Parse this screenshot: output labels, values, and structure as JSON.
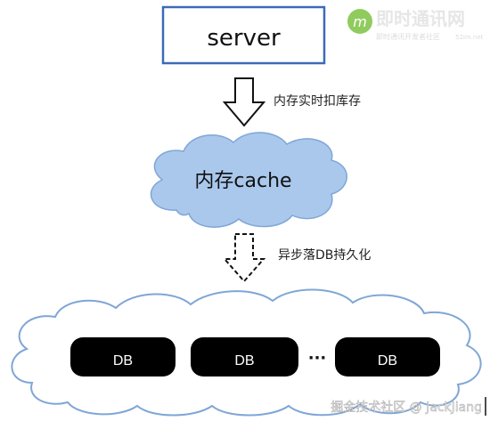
{
  "diagram": {
    "server_label": "server",
    "arrow1_label": "内存实时扣库存",
    "cache_label": "内存cache",
    "arrow2_label": "异步落DB持久化",
    "db_nodes": [
      {
        "label": "DB"
      },
      {
        "label": "DB"
      },
      {
        "label": "DB"
      }
    ],
    "ellipsis": "···"
  },
  "watermark": {
    "brand": "即时通讯网",
    "brand_sub": "即时通讯开发者社区",
    "brand_url": "52im.net",
    "footer": "掘金技术社区 @ JackJiang"
  },
  "colors": {
    "server_border": "#3d6ab8",
    "cloud_fill": "#a9c8ec",
    "cloud_stroke": "#7fa6d6",
    "db_fill": "#000000",
    "watermark": "#e8e8e8",
    "logo_green": "#7cc242"
  }
}
